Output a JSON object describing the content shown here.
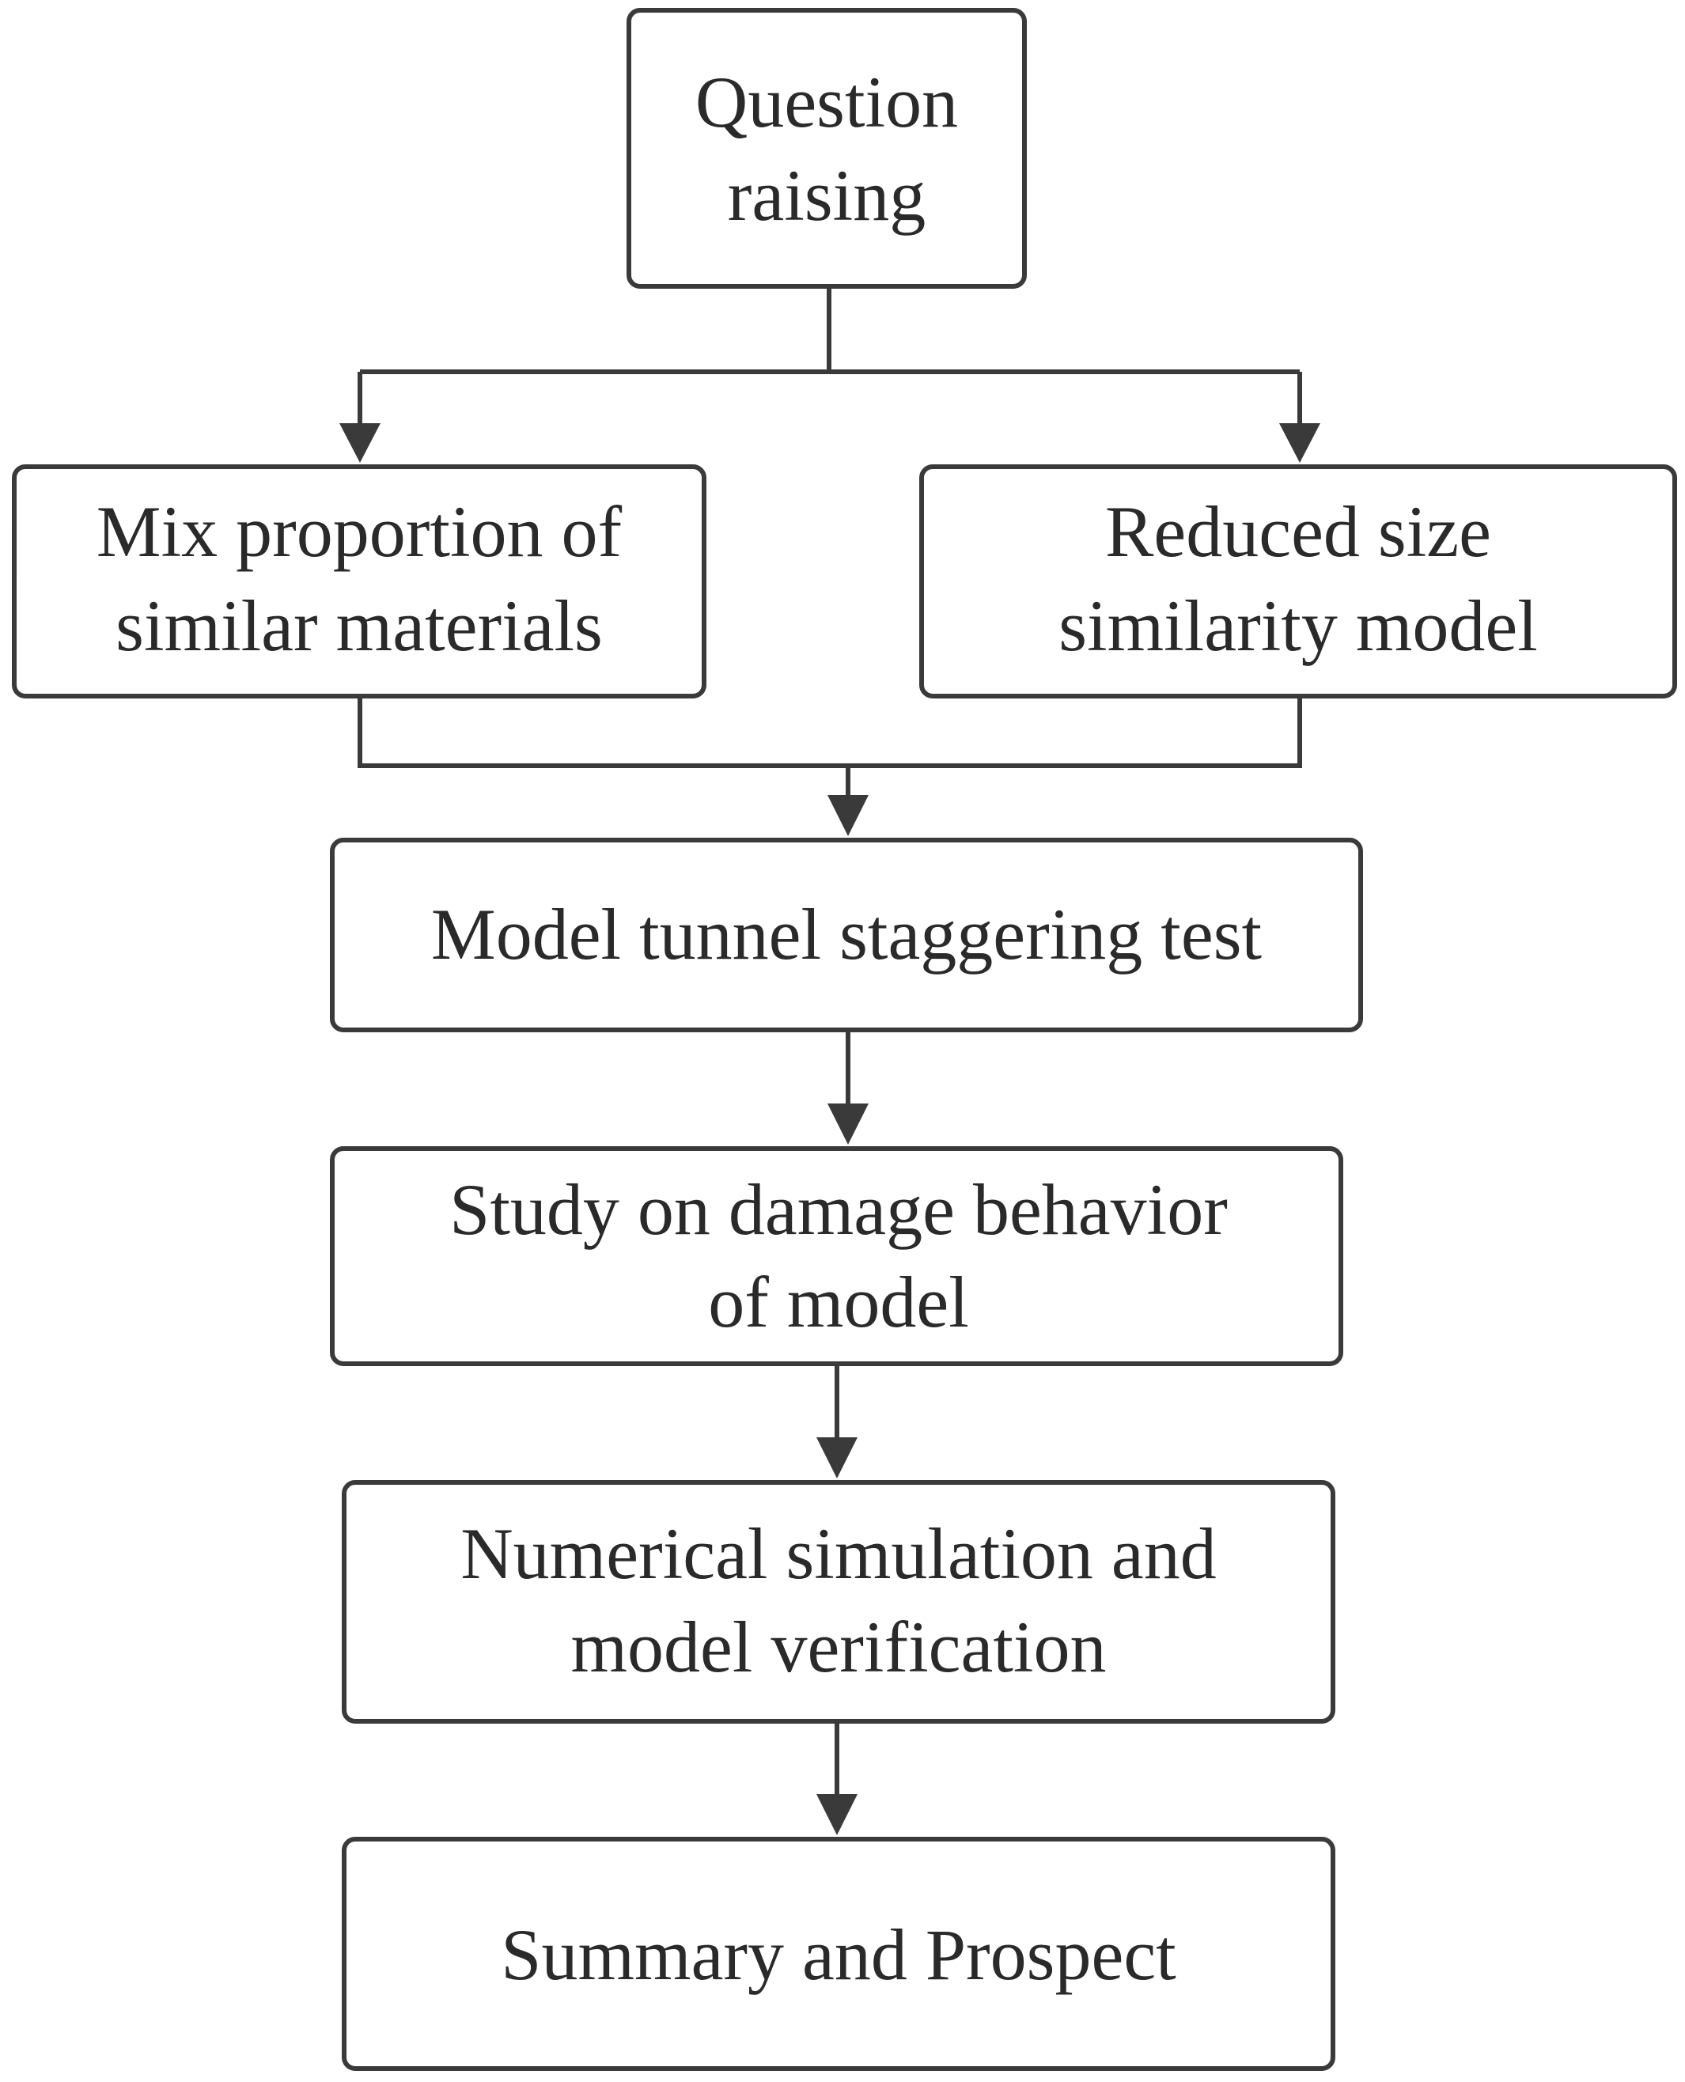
{
  "nodes": [
    {
      "id": "question",
      "lines": [
        "Question",
        "raising"
      ]
    },
    {
      "id": "mix",
      "lines": [
        "Mix proportion of",
        "similar materials"
      ]
    },
    {
      "id": "reduced",
      "lines": [
        "Reduced size",
        "similarity model"
      ]
    },
    {
      "id": "test",
      "lines": [
        "Model tunnel staggering test"
      ]
    },
    {
      "id": "damage",
      "lines": [
        "Study on damage behavior",
        "of model"
      ]
    },
    {
      "id": "numerical",
      "lines": [
        "Numerical simulation and",
        "model verification"
      ]
    },
    {
      "id": "summary",
      "lines": [
        "Summary and Prospect"
      ]
    }
  ],
  "edges": [
    {
      "from": "question",
      "to": "mix"
    },
    {
      "from": "question",
      "to": "reduced"
    },
    {
      "from": "mix",
      "to": "test"
    },
    {
      "from": "reduced",
      "to": "test"
    },
    {
      "from": "test",
      "to": "damage"
    },
    {
      "from": "damage",
      "to": "numerical"
    },
    {
      "from": "numerical",
      "to": "summary"
    }
  ],
  "colors": {
    "stroke": "#3a3a3a",
    "text": "#2a2a2a",
    "background": "#ffffff"
  }
}
